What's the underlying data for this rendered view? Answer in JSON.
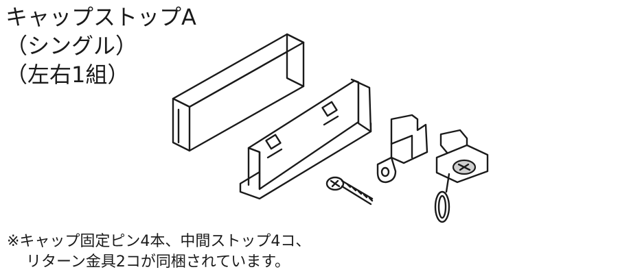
{
  "title": {
    "line1": "キャップストップA",
    "line2": "（シングル）",
    "line3": "（左右1組）"
  },
  "note": {
    "line1": "※キャップ固定ピン4本、中間ストップ4コ、",
    "line2": "リターン金具2コが同梱されています。"
  },
  "illustration": {
    "parts": [
      "cap-cover",
      "stop-bracket",
      "screw",
      "return-bracket",
      "runner-hook"
    ]
  }
}
